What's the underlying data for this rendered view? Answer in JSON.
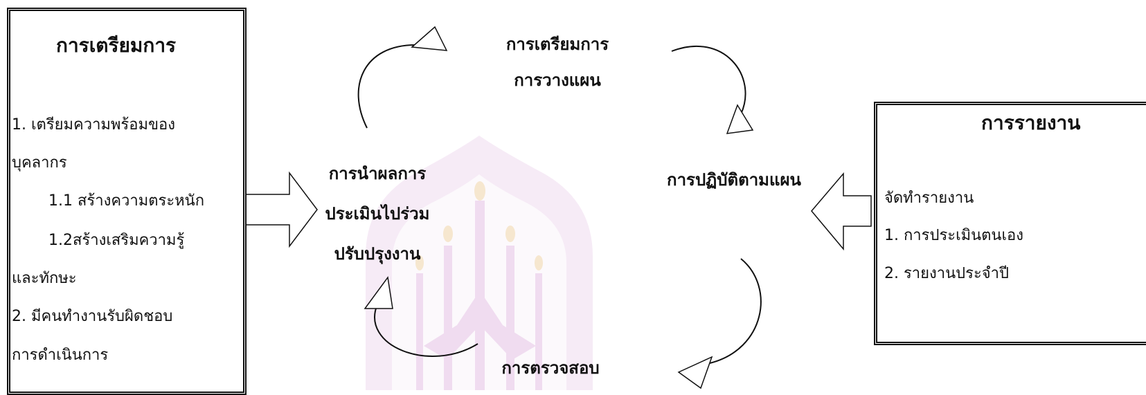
{
  "prep_box": {
    "title": "การเตรียมการ",
    "lines": [
      "1.  เตรียมความพร้อมของ",
      "บุคลากร",
      "1.1 สร้างความตระหนัก",
      "1.2สร้างเสริมความรู้",
      "และทักษะ",
      "2.  มีคนทำงานรับผิดชอบ",
      "การดำเนินการ"
    ]
  },
  "report_box": {
    "title": "การรายงาน",
    "lines": [
      "จัดทำรายงาน",
      "1.  การประเมินตนเอง",
      "2.  รายงานประจำปี"
    ]
  },
  "cycle": {
    "top_line1": "การเตรียมการ",
    "top_line2": "การวางแผน",
    "right": "การปฏิบัติตามแผน",
    "left_line1": "การนำผลการ",
    "left_line2": "ประเมินไปร่วม",
    "left_line3": "ปรับปรุงงาน",
    "bottom": "การตรวจสอบ"
  },
  "colors": {
    "ink": "#111111",
    "watermark": "#e4c0e4",
    "watermark_light": "#f0dcf0",
    "watermark_gold": "#f0d4a8"
  }
}
